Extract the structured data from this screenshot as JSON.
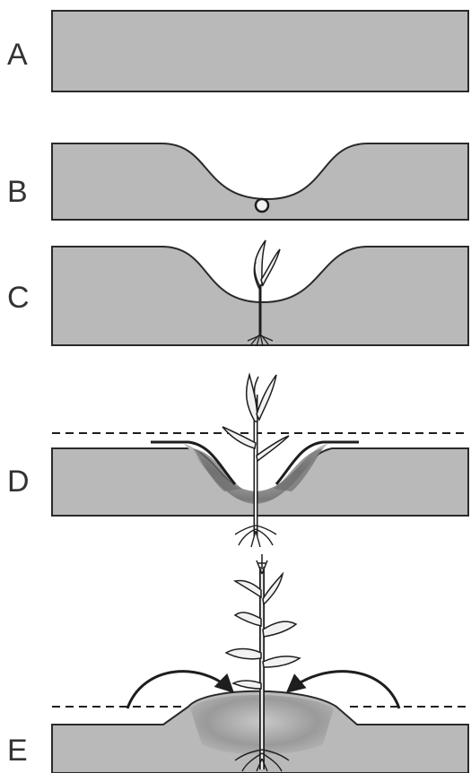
{
  "panels": [
    {
      "id": "A",
      "label": "A",
      "stage": "flat-soil"
    },
    {
      "id": "B",
      "label": "B",
      "stage": "seed-in-pit"
    },
    {
      "id": "C",
      "label": "C",
      "stage": "seedling-in-pit"
    },
    {
      "id": "D",
      "label": "D",
      "stage": "soil-pulled-toward-plant"
    },
    {
      "id": "E",
      "label": "E",
      "stage": "mature-plant-hilled"
    }
  ],
  "colors": {
    "soil": "#b9b9b9",
    "soil_outline": "#2a2a2a",
    "disturbed_soil_dark": "#8c8c8c",
    "plant_fill": "#f2f2f2",
    "plant_outline": "#1e1e1e",
    "label": "#333333",
    "background": "#ffffff"
  }
}
